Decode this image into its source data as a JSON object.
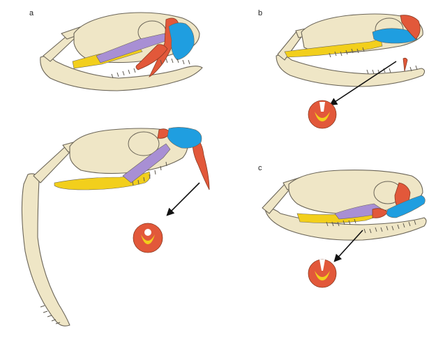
{
  "panels": [
    {
      "id": "a",
      "label": "a"
    },
    {
      "id": "b",
      "label": "b"
    },
    {
      "id": "c",
      "label": "c"
    }
  ],
  "colors": {
    "bone": "#efe6c6",
    "bone_outline": "#6b6558",
    "fang": "#e2583a",
    "maxilla": "#1f9ee0",
    "palatine": "#a88fd4",
    "pterygoid": "#f2cf1c",
    "fang_section_outer": "#e2583a",
    "fang_section_inner": "#f2cf1c",
    "arrow": "#111111",
    "background": "#ffffff"
  }
}
